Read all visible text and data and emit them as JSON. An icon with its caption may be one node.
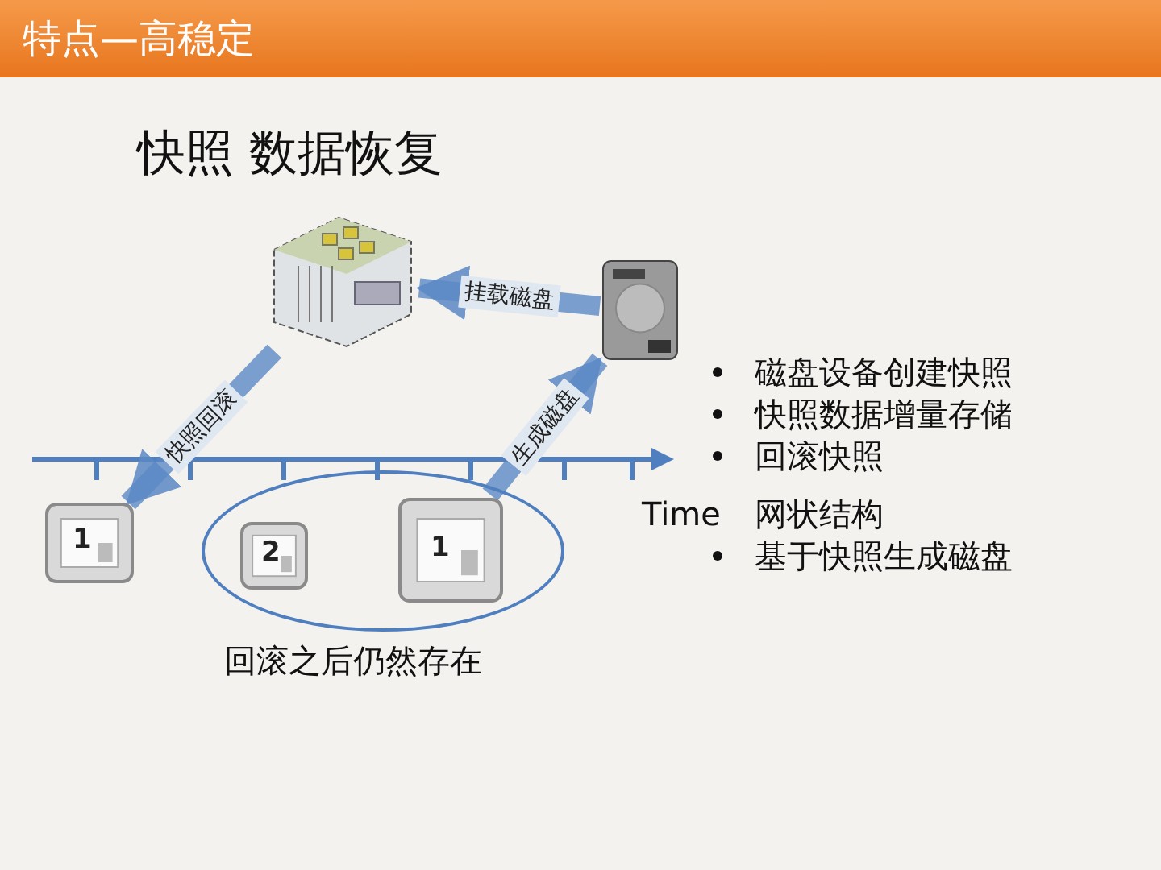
{
  "diagram": {
    "title": "特点—高稳定",
    "nodes": [
      {
        "text": [],
        "shape": "picture"
      },
      {
        "text": [],
        "shape": "picture"
      },
      {
        "text": [
          "1"
        ]
      },
      {
        "text": [],
        "shape": "ellipse",
        "beside": [
          "回滚之后仍然存在"
        ]
      },
      {
        "text": [
          "2"
        ],
        "in": 3
      },
      {
        "text": [
          "1"
        ],
        "in": 3
      }
    ],
    "edges": [
      {
        "from": 1,
        "to": 0,
        "arrow": "to",
        "label": "挂载磁盘"
      },
      {
        "from": 0,
        "to": 2,
        "arrow": "to",
        "label": "快照回滚"
      },
      {
        "from": 5,
        "to": 1,
        "arrow": "to",
        "label": "生成磁盘"
      }
    ],
    "labels": [
      "快照 数据恢复",
      "Time",
      "磁盘设备创建快照",
      "快照数据增量存储",
      "回滚快照",
      "网状结构",
      "基于快照生成磁盘"
    ]
  }
}
